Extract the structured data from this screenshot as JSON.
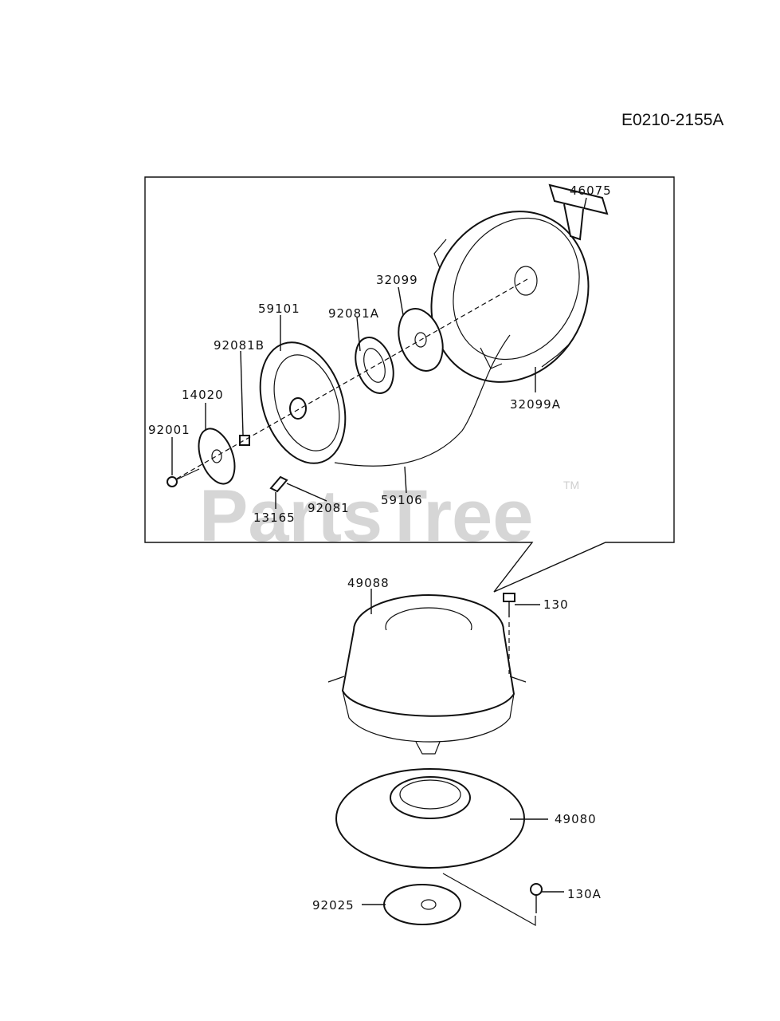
{
  "diagram_code": "E0210-2155A",
  "watermark": {
    "text": "PartsTree",
    "trademark": "TM"
  },
  "parts": [
    {
      "id": "p46075",
      "number": "46075"
    },
    {
      "id": "p32099",
      "number": "32099"
    },
    {
      "id": "p59101",
      "number": "59101"
    },
    {
      "id": "p92081A",
      "number": "92081A"
    },
    {
      "id": "p92081B",
      "number": "92081B"
    },
    {
      "id": "p14020",
      "number": "14020"
    },
    {
      "id": "p92001",
      "number": "92001"
    },
    {
      "id": "p32099A",
      "number": "32099A"
    },
    {
      "id": "p59106",
      "number": "59106"
    },
    {
      "id": "p13165",
      "number": "13165"
    },
    {
      "id": "p92081",
      "number": "92081"
    },
    {
      "id": "p49088",
      "number": "49088"
    },
    {
      "id": "p130",
      "number": "130"
    },
    {
      "id": "p49080",
      "number": "49080"
    },
    {
      "id": "p92025",
      "number": "92025"
    },
    {
      "id": "p130A",
      "number": "130A"
    }
  ]
}
